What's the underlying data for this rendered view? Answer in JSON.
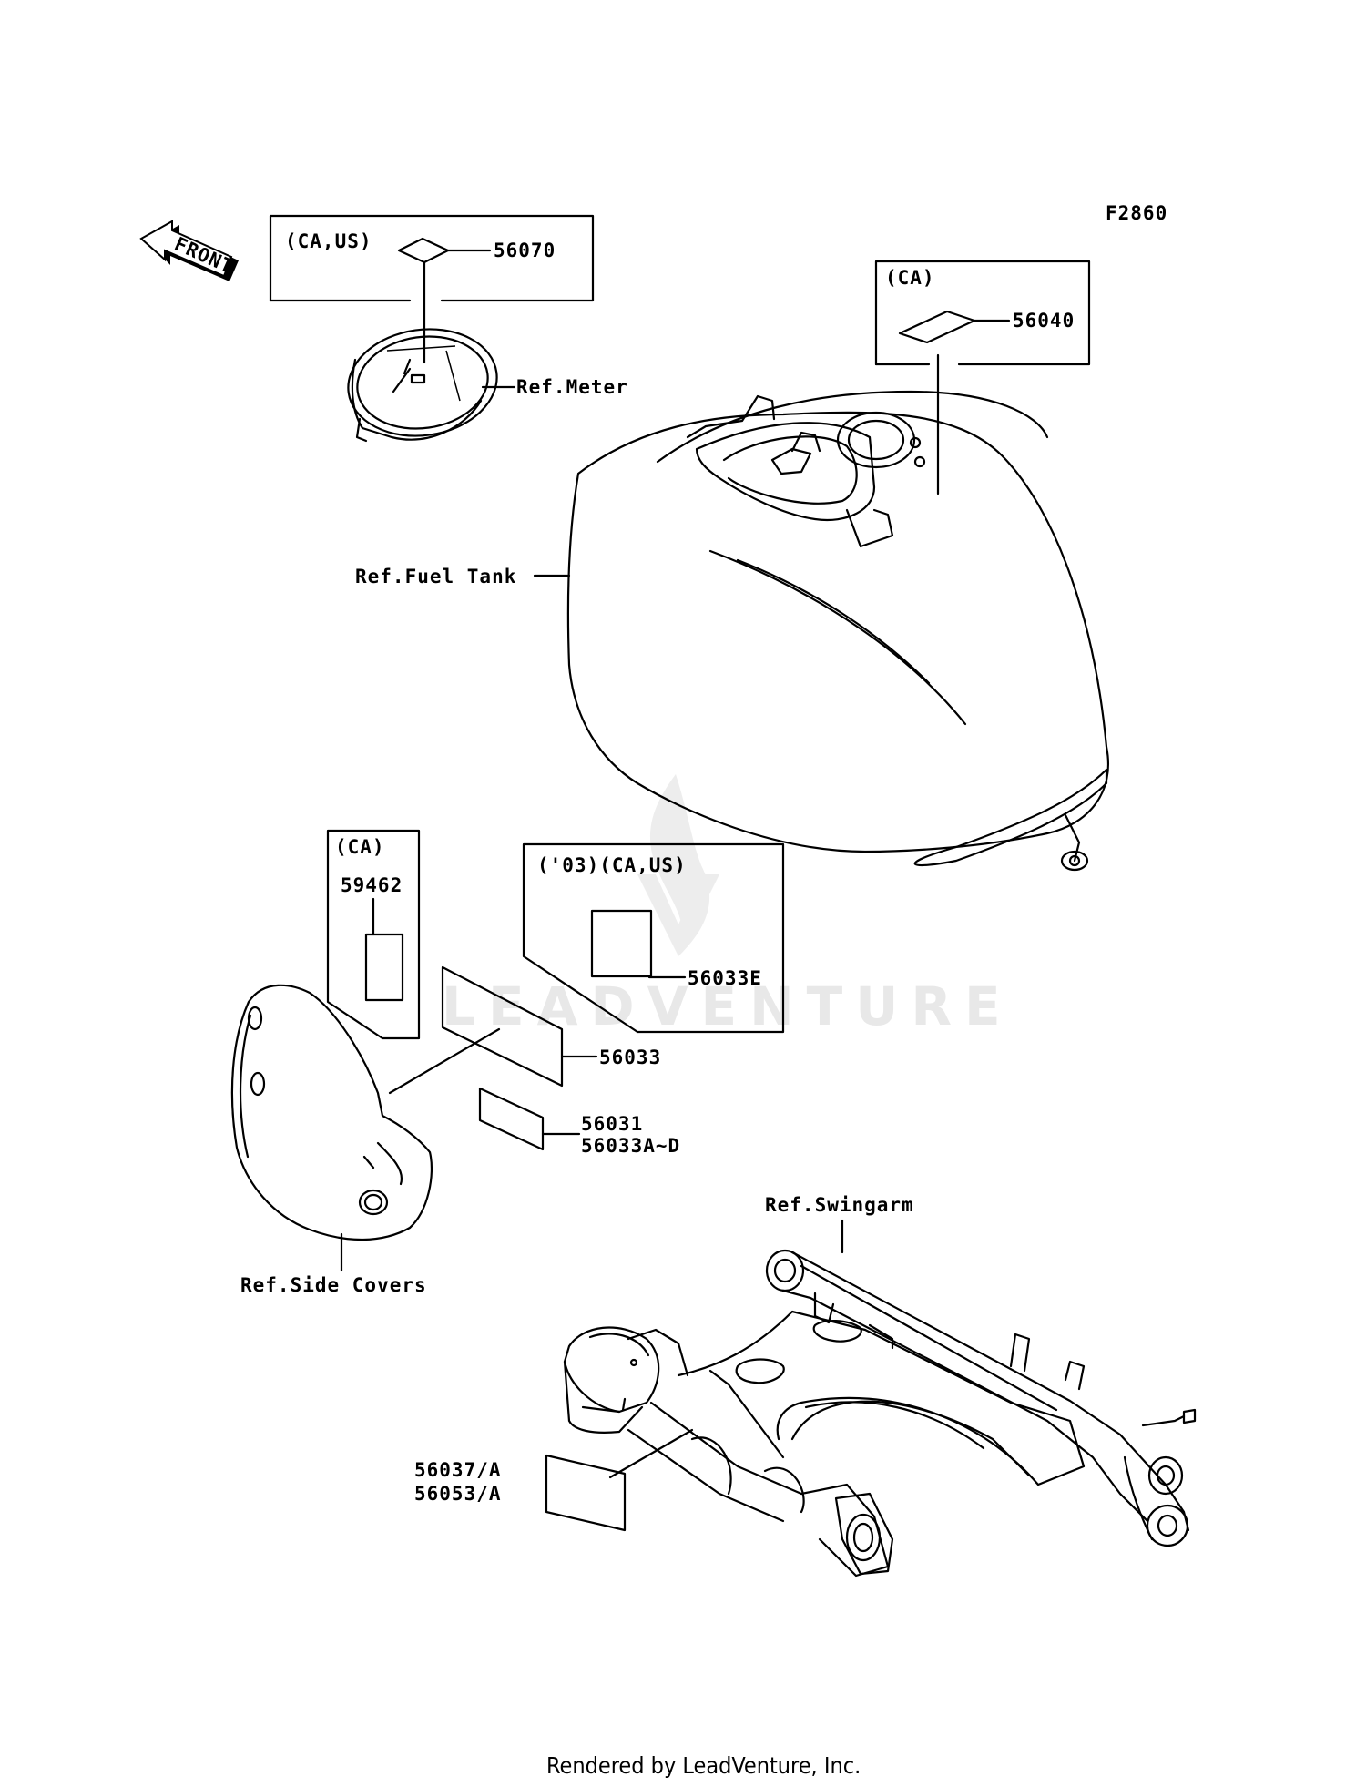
{
  "figure_code": "F2860",
  "front_arrow": {
    "label": "FRONT",
    "icon": "front-arrow-icon"
  },
  "parts": {
    "meter_decal": {
      "region": "(CA,US)",
      "number": "56070"
    },
    "tank_decal": {
      "region": "(CA)",
      "number": "56040"
    },
    "side_decal_ca": {
      "region": "(CA)",
      "number": "59462"
    },
    "decal_03": {
      "region": "('03)(CA,US)",
      "number": "56033E"
    },
    "decal_56033": {
      "number": "56033"
    },
    "decal_56031": {
      "number_1": "56031",
      "number_2": "56033A~D"
    },
    "swingarm_decal": {
      "number_1": "56037/A",
      "number_2": "56053/A"
    }
  },
  "references": {
    "meter": "Ref.Meter",
    "fuel_tank": "Ref.Fuel Tank",
    "side_covers": "Ref.Side Covers",
    "swingarm": "Ref.Swingarm"
  },
  "watermark": "LEADVENTURE",
  "footer": "Rendered by LeadVenture, Inc."
}
